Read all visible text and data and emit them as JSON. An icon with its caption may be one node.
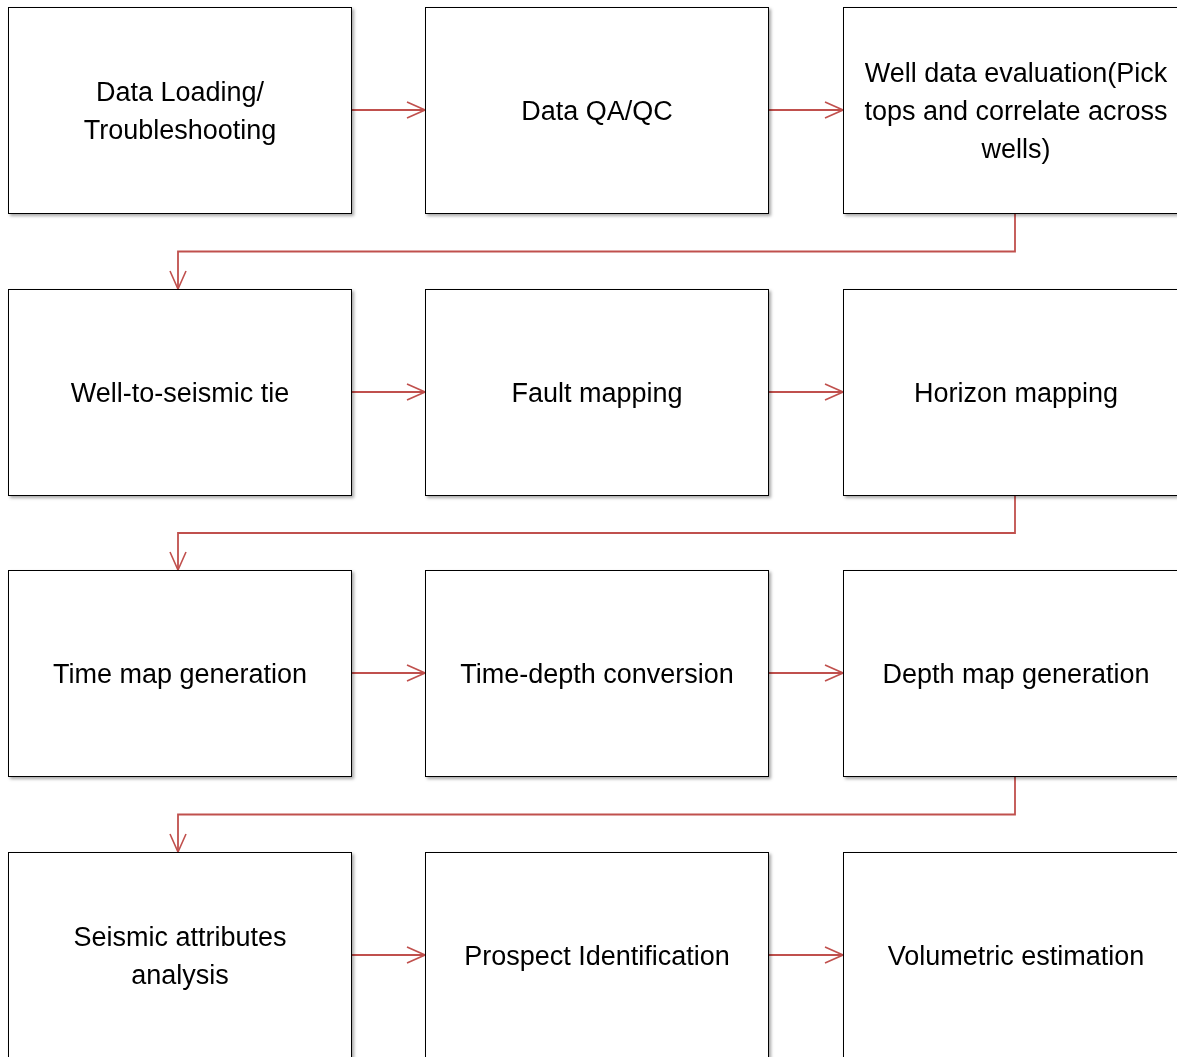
{
  "diagram": {
    "nodes": [
      {
        "text": [
          "Data Loading/ Troubleshooting"
        ]
      },
      {
        "text": [
          "Data QA/QC"
        ]
      },
      {
        "text": [
          "Well data evaluation(Pick tops and correlate across wells)"
        ]
      },
      {
        "text": [
          "Well-to-seismic tie"
        ]
      },
      {
        "text": [
          "Fault mapping"
        ]
      },
      {
        "text": [
          "Horizon mapping"
        ]
      },
      {
        "text": [
          "Time map generation"
        ]
      },
      {
        "text": [
          "Time-depth conversion"
        ]
      },
      {
        "text": [
          "Depth map generation"
        ]
      },
      {
        "text": [
          "Seismic attributes analysis"
        ]
      },
      {
        "text": [
          "Prospect Identification"
        ]
      },
      {
        "text": [
          "Volumetric estimation"
        ]
      }
    ],
    "edges": [
      {
        "from": 0,
        "to": 1,
        "arrow": "to"
      },
      {
        "from": 1,
        "to": 2,
        "arrow": "to"
      },
      {
        "from": 2,
        "to": 3,
        "arrow": "to"
      },
      {
        "from": 3,
        "to": 4,
        "arrow": "to"
      },
      {
        "from": 4,
        "to": 5,
        "arrow": "to"
      },
      {
        "from": 5,
        "to": 6,
        "arrow": "to"
      },
      {
        "from": 6,
        "to": 7,
        "arrow": "to"
      },
      {
        "from": 7,
        "to": 8,
        "arrow": "to"
      },
      {
        "from": 8,
        "to": 9,
        "arrow": "to"
      },
      {
        "from": 9,
        "to": 10,
        "arrow": "to"
      },
      {
        "from": 10,
        "to": 11,
        "arrow": "to"
      }
    ]
  }
}
